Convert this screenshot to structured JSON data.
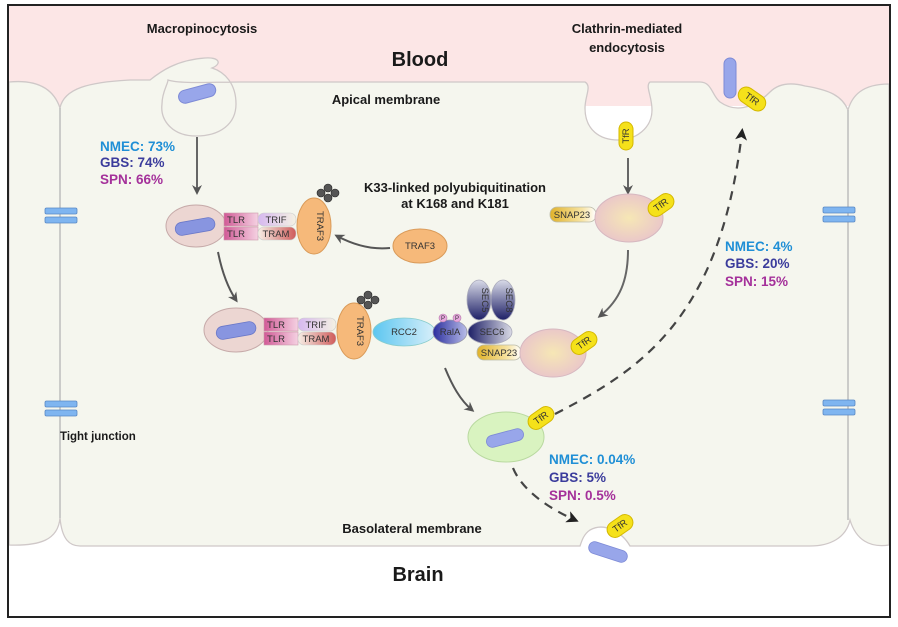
{
  "diagram": {
    "regions": {
      "blood": "Blood",
      "brain": "Brain",
      "apical": "Apical membrane",
      "basolateral": "Basolateral membrane",
      "tight_junction": "Tight junction"
    },
    "pathways": {
      "macropinocytosis": "Macropinocytosis",
      "clathrin_line1": "Clathrin-mediated",
      "clathrin_line2": "endocytosis"
    },
    "ubiquitination": {
      "line1": "K33-linked polyubiquitination",
      "line2": "at K168 and K181"
    },
    "proteins": {
      "tlr": "TLR",
      "trif": "TRIF",
      "tram": "TRAM",
      "traf3": "TRAF3",
      "rcc2": "RCC2",
      "rala": "RalA",
      "p": "P",
      "sec5": "SEC5",
      "sec8": "SEC8",
      "sec6": "SEC6",
      "snap23": "SNAP23",
      "tfr": "TfR"
    },
    "stats": {
      "macropinocytosis": [
        {
          "label": "NMEC: 73%",
          "color": "#1f8fd6"
        },
        {
          "label": "GBS: 74%",
          "color": "#3b3c9c"
        },
        {
          "label": "SPN: 66%",
          "color": "#a4309a"
        }
      ],
      "recycling": [
        {
          "label": "NMEC: 4%",
          "color": "#1f8fd6"
        },
        {
          "label": "GBS: 20%",
          "color": "#3b3c9c"
        },
        {
          "label": "SPN: 15%",
          "color": "#a4309a"
        }
      ],
      "transcytosis": [
        {
          "label": "NMEC: 0.04%",
          "color": "#1f8fd6"
        },
        {
          "label": "GBS: 5%",
          "color": "#3b3c9c"
        },
        {
          "label": "SPN: 0.5%",
          "color": "#a4309a"
        }
      ]
    },
    "colors": {
      "blood": "#fce6e6",
      "cell": "#f5f6ee",
      "brain": "#ffffff",
      "bacterium": "#98a6ea",
      "tfr": "#f5e11a",
      "traf3": "#f6b97a",
      "tight_junction": "#7fb5f0"
    }
  }
}
